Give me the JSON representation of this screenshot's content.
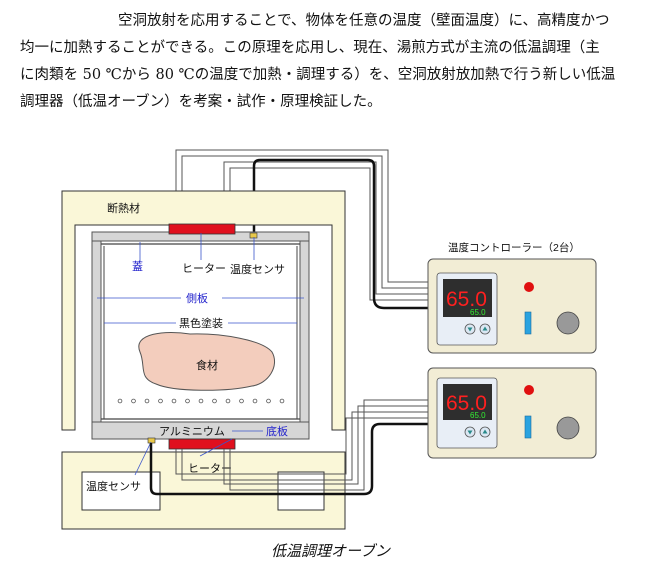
{
  "paragraph": {
    "line1": "空洞放射を応用することで、物体を任意の温度（壁面温度）に、高精度かつ",
    "line2": "均一に加熱することができる。この原理を応用し、現在、湯煎方式が主流の低温調理（主",
    "line3": "に肉類を 50 ℃から 80 ℃の温度で加熱・調理する）を、空洞放射放加熱で行う新しい低温",
    "line4": "調理器（低温オーブン）を考案・試作・原理検証した。"
  },
  "diagram": {
    "labels": {
      "insulation": "断熱材",
      "lid": "蓋",
      "heater_top": "ヒーター",
      "sensor_top": "温度センサ",
      "side_plate": "側板",
      "black_coating": "黒色塗装",
      "food": "食材",
      "aluminum": "アルミニウム",
      "bottom_plate": "底板",
      "heater_bottom": "ヒーター",
      "sensor_bottom": "温度センサ",
      "controller_title": "温度コントローラー（2台）"
    },
    "controllers": [
      {
        "pv": "65.0",
        "sv": "65.0"
      },
      {
        "pv": "65.0",
        "sv": "65.0"
      }
    ],
    "colors": {
      "insulation": "#faf7d8",
      "heater": "#e0101e",
      "food": "#f3cdbd",
      "label_blue": "#2222cc",
      "controller_body": "#f2edd5",
      "display_bg": "#2e2e2e",
      "display_pv": "#ff2020",
      "display_sv": "#33ee33",
      "lamp": "#e01010",
      "switch": "#2aa3e0"
    }
  },
  "caption": "低温調理オーブン"
}
